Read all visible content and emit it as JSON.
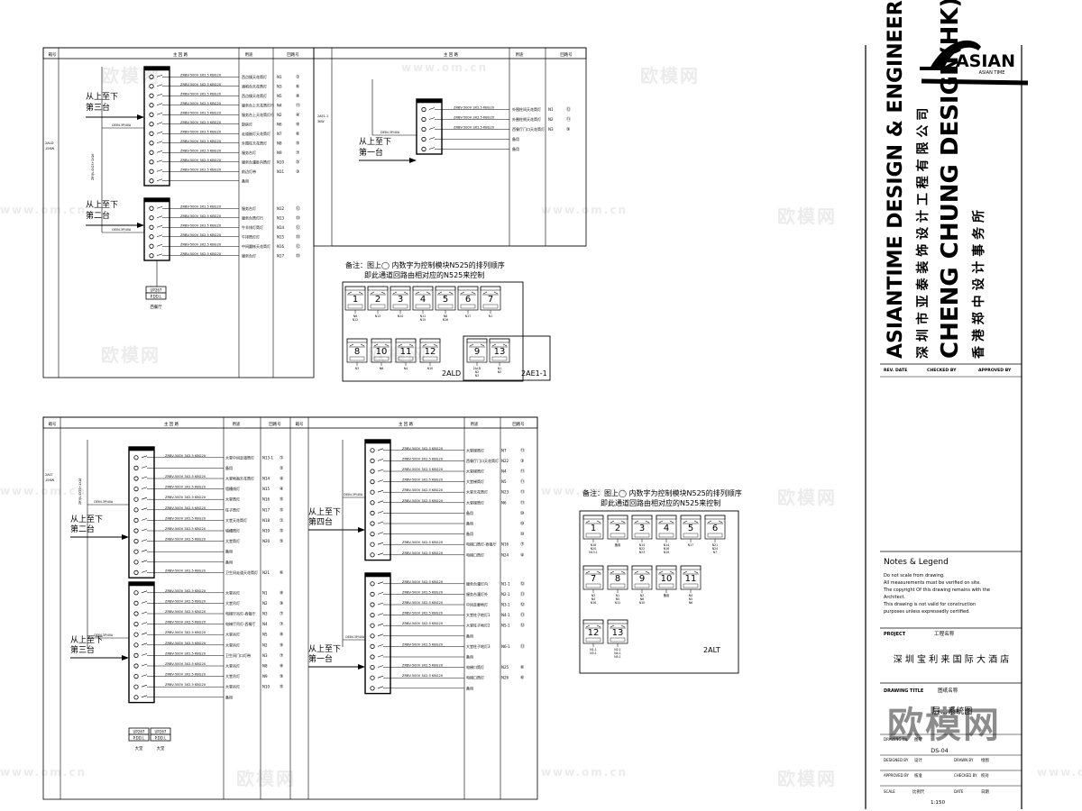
{
  "headers": {
    "box_no": "箱号",
    "main_circuit": "主 回 路",
    "usage": "用途",
    "circuit_no": "回路号"
  },
  "cable_spec": "ZRBV-500V 3X2.5 KBG20",
  "cable_spec_b": "ZRBV-500V 3X4 KBG20",
  "breaker": "C65N-3P/40A",
  "feed_label": "ZRYJV-4X25+1X16",
  "spare": "备用",
  "panel_a": {
    "box_label": "2ALD 15KW",
    "feed_from_3": [
      "从上至下",
      "第三台"
    ],
    "feed_from_2": [
      "从上至下",
      "第二台"
    ],
    "ups_name": "UP267",
    "ups_sub": "P.DD.L",
    "ups_caption": "西餐厅",
    "group1": [
      {
        "use": "西点操天花筒灯",
        "no": "N1",
        "seq": "①"
      },
      {
        "use": "酒吧台天花筒灯",
        "no": "N3",
        "seq": "⑥"
      },
      {
        "use": "西点操天花筒灯",
        "no": "N5",
        "seq": "⑧"
      },
      {
        "use": "服务台上天花筒灯行",
        "no": "N4",
        "seq": "⑪"
      },
      {
        "use": "服务台上天花筒灯行",
        "no": "N2",
        "seq": "④"
      },
      {
        "use": "厨房灯",
        "no": "N6",
        "seq": "⑨"
      },
      {
        "use": "走道嵌灯天花筒灯",
        "no": "N7",
        "seq": "⑥"
      },
      {
        "use": "外围柱天花筒灯",
        "no": "N8",
        "seq": "⑤"
      },
      {
        "use": "服务台灯",
        "no": "N9",
        "seq": "⑦"
      },
      {
        "use": "服务台灌卧向筒灯",
        "no": "N10",
        "seq": "②"
      },
      {
        "use": "前边灯带",
        "no": "N11",
        "seq": "③"
      },
      {
        "use": "备用",
        "no": "",
        "seq": ""
      }
    ],
    "group2": [
      {
        "use": "服务台灯",
        "no": "N12",
        "seq": "⑫"
      },
      {
        "use": "服务台筒灯行",
        "no": "N13",
        "seq": "⑬"
      },
      {
        "use": "牛羊排灯筒灯",
        "no": "N14",
        "seq": "⑫"
      },
      {
        "use": "牛排筒灯灯",
        "no": "N15",
        "seq": "⑬"
      },
      {
        "use": "中间圆帐天花筒灯",
        "no": "N16",
        "seq": "⑫"
      },
      {
        "use": "服务台灯",
        "no": "N17",
        "seq": "⑬"
      }
    ]
  },
  "panel_b": {
    "box_label": "2AE1-1 3KW",
    "feed_from": [
      "从上至下",
      "第一台"
    ],
    "rows": [
      {
        "use": "外围柱间天花筒灯",
        "no": "N1",
        "seq": "⑫"
      },
      {
        "use": "外圈柱侧天花筒灯",
        "no": "N2",
        "seq": "⑪"
      },
      {
        "use": "西餐厅门口天花筒灯",
        "no": "N3",
        "seq": "⑨"
      },
      {
        "use": "备用",
        "no": "",
        "seq": ""
      },
      {
        "use": "备用",
        "no": "",
        "seq": ""
      }
    ]
  },
  "note_ald": {
    "lines": [
      "备注：图上◯ 内数字为控制模块N525的排列顺序",
      "即此通道回路由相对应的N525来控制"
    ],
    "row1": [
      {
        "n": "1",
        "sub": "N6 N12"
      },
      {
        "n": "2",
        "sub": "N13"
      },
      {
        "n": "3",
        "sub": "N14"
      },
      {
        "n": "4",
        "sub": "N11 N15"
      },
      {
        "n": "5",
        "sub": "N8 N16"
      },
      {
        "n": "6",
        "sub": "N17"
      },
      {
        "n": "7",
        "sub": "N1"
      }
    ],
    "row2": [
      {
        "n": "8",
        "sub": "N3"
      },
      {
        "n": "10",
        "sub": "N6"
      },
      {
        "n": "11",
        "sub": "N4"
      },
      {
        "n": "12",
        "sub": "N10"
      }
    ],
    "row2_label": "2ALD",
    "box2": [
      {
        "n": "9",
        "sub": "2ALD N2 N3"
      },
      {
        "n": "13",
        "sub": "N1 N2"
      }
    ],
    "box2_label": "2AE1-1"
  },
  "panel_c": {
    "box_label": "2ALT 15KW",
    "feed_from_2": [
      "从上至下",
      "第二台"
    ],
    "feed_from_3": [
      "从上至下",
      "第三台"
    ],
    "ups": [
      {
        "name": "UP267",
        "sub": "P.DD.L",
        "caption": "大堂"
      },
      {
        "name": "UP267",
        "sub": "P.DD.L",
        "caption": "大堂"
      }
    ],
    "group1": [
      {
        "use": "大堂中间走道筒灯",
        "no": "N13-1",
        "seq": "①"
      },
      {
        "use": "备用",
        "no": "",
        "seq": "②"
      },
      {
        "use": "大堂地面天花筒灯",
        "no": "N14",
        "seq": "④"
      },
      {
        "use": "墙槽线灯",
        "no": "N15",
        "seq": "④"
      },
      {
        "use": "大堂筒灯",
        "no": "N16",
        "seq": "⑤"
      },
      {
        "use": "柱子筒灯",
        "no": "N17",
        "seq": "⑤"
      },
      {
        "use": "大堂天花筒灯",
        "no": "N18",
        "seq": "①"
      },
      {
        "use": "墙槽筒灯",
        "no": "N19",
        "seq": "⑤"
      },
      {
        "use": "大堂筒灯",
        "no": "N20",
        "seq": "⑤"
      },
      {
        "use": "备用",
        "no": "",
        "seq": ""
      },
      {
        "use": "备用",
        "no": "",
        "seq": ""
      },
      {
        "use": "卫生间走道天花筒灯",
        "no": "N21",
        "seq": "⑥"
      }
    ],
    "group2": [
      {
        "use": "大堂吊灯",
        "no": "N1",
        "seq": "⑧"
      },
      {
        "use": "大堂吊灯",
        "no": "N2",
        "seq": "⑨"
      },
      {
        "use": "电梯厅吊灯-西餐厅",
        "no": "N3",
        "seq": "⑦"
      },
      {
        "use": "电梯厅吊灯-西餐厅",
        "no": "N4",
        "seq": "⑦"
      },
      {
        "use": "大堂吊灯",
        "no": "N5",
        "seq": "⑧"
      },
      {
        "use": "大堂吊灯",
        "no": "N2",
        "seq": "⑨"
      },
      {
        "use": "卫生间门口灯带",
        "no": "N3",
        "seq": "⑦"
      },
      {
        "use": "大堂吊灯",
        "no": "N8",
        "seq": "⑧"
      },
      {
        "use": "大堂吊灯",
        "no": "N9",
        "seq": "⑨"
      },
      {
        "use": "大堂吊灯",
        "no": "N10",
        "seq": "⑤"
      },
      {
        "use": "备用",
        "no": "",
        "seq": ""
      }
    ],
    "feed_from_4": [
      "从上至下",
      "第四台"
    ],
    "feed_from_1": [
      "从上至下",
      "第一台"
    ],
    "group3": [
      {
        "use": "大堂梯筒灯",
        "no": "N7",
        "seq": "⑪"
      },
      {
        "use": "西餐厅门口天花筒灯",
        "no": "N22",
        "seq": "③"
      },
      {
        "use": "大堂梯筒灯",
        "no": "N4",
        "seq": "⑪"
      },
      {
        "use": "大堂梯筒灯",
        "no": "N5",
        "seq": "⑪"
      },
      {
        "use": "大堂天花筒灯",
        "no": "N23",
        "seq": "⑪"
      },
      {
        "use": "大堂梯筒灯",
        "no": "N6",
        "seq": "⑪"
      },
      {
        "use": "备用",
        "no": "",
        "seq": "⑩"
      },
      {
        "use": "备用",
        "no": "",
        "seq": "⑩"
      },
      {
        "use": "备用",
        "no": "",
        "seq": "⑩"
      },
      {
        "use": "电梯口筒灯-西餐厅",
        "no": "N16",
        "seq": "⑦"
      },
      {
        "use": "电梯口筒灯",
        "no": "N24",
        "seq": "④"
      }
    ],
    "group4": [
      {
        "use": "服务台灌灯内",
        "no": "N1-1",
        "seq": "⑫"
      },
      {
        "use": "服务台灌灯外",
        "no": "N2-1",
        "seq": "⑬"
      },
      {
        "use": "中间走廊地灯",
        "no": "N3-1",
        "seq": "⑫"
      },
      {
        "use": "大堂柱子地灯1",
        "no": "N4-1",
        "seq": "⑬"
      },
      {
        "use": "大堂柱子地灯2",
        "no": "N5-1",
        "seq": "⑫"
      },
      {
        "use": "备用",
        "no": "",
        "seq": ""
      },
      {
        "use": "大堂柱子地灯3",
        "no": "N6-1",
        "seq": "⑬"
      },
      {
        "use": "备用",
        "no": "",
        "seq": ""
      },
      {
        "use": "电梯口筒灯",
        "no": "N25",
        "seq": "⑥"
      },
      {
        "use": "电梯口筒灯",
        "no": "N26",
        "seq": "⑥"
      },
      {
        "use": "备用",
        "no": "",
        "seq": ""
      }
    ]
  },
  "note_alt": {
    "lines": [
      "备注：图上◯ 内数字为控制模块N525的排列顺序",
      "即此通道回路由相对应的N525来控制"
    ],
    "row1": [
      {
        "n": "1",
        "sub": "N18 N20 N13-1"
      },
      {
        "n": "2",
        "sub": "备用"
      },
      {
        "n": "3",
        "sub": "N14 N22 N23"
      },
      {
        "n": "4",
        "sub": "N14 N16 N19"
      },
      {
        "n": "5",
        "sub": "N17"
      },
      {
        "n": "6",
        "sub": "N21 N24 N7"
      }
    ],
    "row2": [
      {
        "n": "7",
        "sub": "N3 N4 N16"
      },
      {
        "n": "8",
        "sub": "N1 N5 N11"
      },
      {
        "n": "9",
        "sub": "N2 N6 N10"
      },
      {
        "n": "10",
        "sub": "备用"
      },
      {
        "n": "11",
        "sub": "N4 N5 N6"
      }
    ],
    "row3": [
      {
        "n": "12",
        "sub": "N1-1 N3-1"
      },
      {
        "n": "13",
        "sub": "N2-1 N4-1 N5-1"
      }
    ],
    "label": "2ALT"
  },
  "title_block": {
    "logo": "ASIAN",
    "logo_sub": "ASIAN TIME",
    "company_en1": "ASIANTIME DESIGN & ENGINEERING CO.,LTD.",
    "company_cn1": "深 圳 市 亚 泰 装 饰 设 计 工 程 有 限 公 司",
    "company_en2": "CHENG CHUNG DESIGN(HK)LTD",
    "company_cn2": "香 港 郑 中 设 计 事 务 所",
    "rev": "REV. DATE",
    "checked": "CHECKED BY",
    "approved": "APPROVED BY",
    "notes_title": "Notes & Legend",
    "notes": [
      "Do not scale from drawing.",
      "All measurements must be verified on site.",
      "The copyright Of this drawing remains with the",
      "Architect.",
      "This drawing is not valid for construction",
      "purposes unless expressedly certified."
    ],
    "project_label": "PROJECT",
    "project_cn": "工程名称",
    "project_name": "深 圳 宝 利 来 国 际 大 酒 店",
    "drawing_title_label": "DRAWING TITLE",
    "drawing_title_cn": "图纸名称",
    "drawing_title": "层...系统图",
    "drawing_no_label": "DRAWING No.",
    "drawing_no_cn": "图号",
    "drawing_no": "DS-04",
    "designed_label": "DESIGNED BY",
    "designed_cn": "设计",
    "drawn_label": "DRAWN BY",
    "drawn_cn": "绘图",
    "approved_label": "APPROVED BY",
    "approved_cn": "核准",
    "checked_label": "CHECKED BY",
    "checked_cn": "校对",
    "scale_label": "SCALE",
    "scale_cn": "比例尺",
    "date_label": "DATE",
    "date_cn": "日期",
    "scale": "1:150",
    "watermark": "欧模网"
  },
  "watermarks": [
    "欧模网",
    "www.om.cn"
  ]
}
